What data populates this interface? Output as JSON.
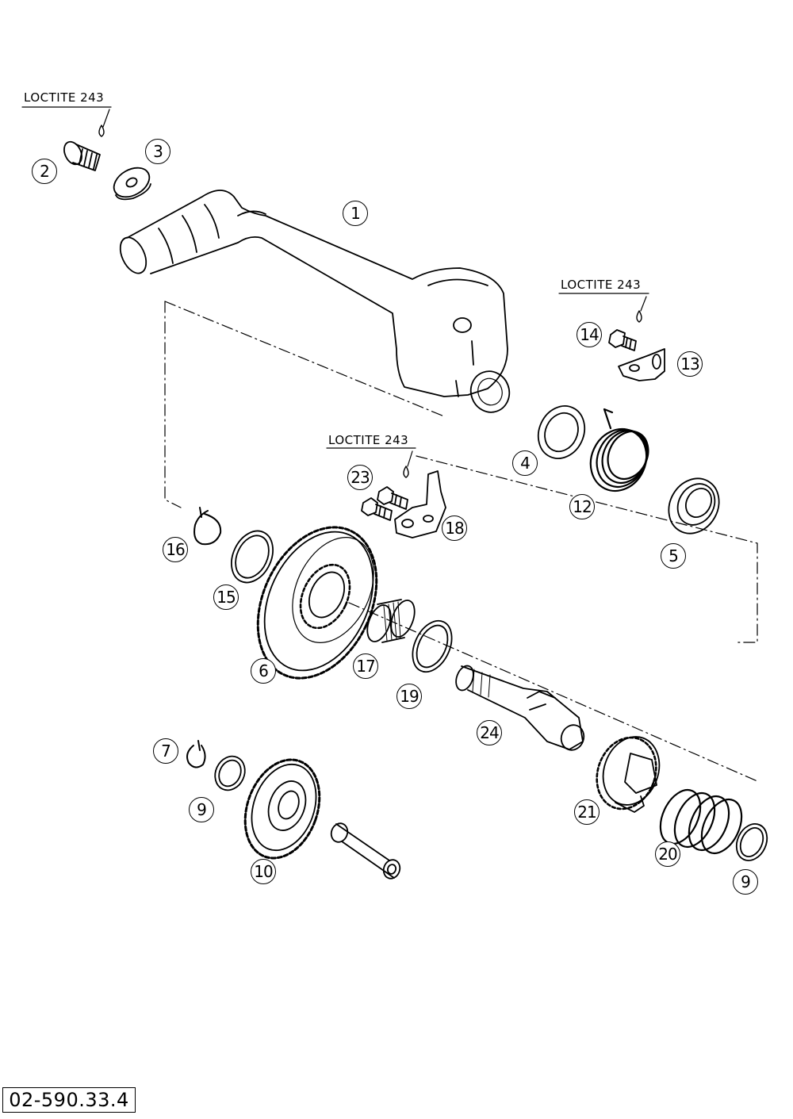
{
  "notes": {
    "loctite_a": "LOCTITE 243",
    "loctite_b": "LOCTITE 243",
    "loctite_c": "LOCTITE 243"
  },
  "callouts": {
    "n1": "1",
    "n2": "2",
    "n3": "3",
    "n4": "4",
    "n5": "5",
    "n6": "6",
    "n7": "7",
    "n9a": "9",
    "n9b": "9",
    "n10": "10",
    "n12": "12",
    "n13": "13",
    "n14": "14",
    "n15": "15",
    "n16": "16",
    "n17": "17",
    "n18": "18",
    "n19": "19",
    "n20": "20",
    "n21": "21",
    "n23": "23",
    "n24": "24"
  },
  "document_id": "02-590.33.4"
}
